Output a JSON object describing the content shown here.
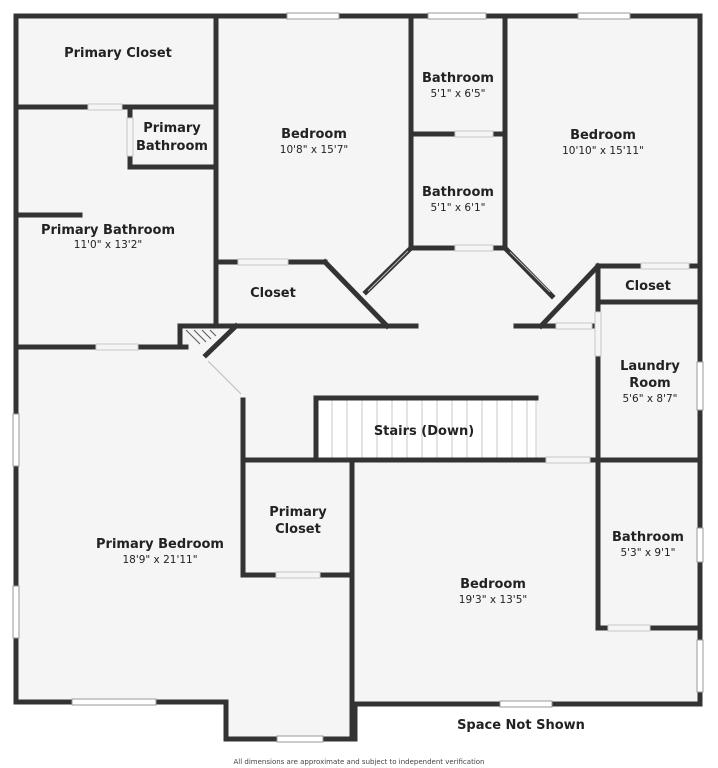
{
  "rooms": {
    "primary_closet_top": {
      "name": "Primary Closet"
    },
    "primary_bathroom_small": {
      "name_line1": "Primary",
      "name_line2": "Bathroom"
    },
    "primary_bathroom": {
      "name": "Primary Bathroom",
      "dims": "11'0\" x 13'2\""
    },
    "bedroom_top_left": {
      "name": "Bedroom",
      "dims": "10'8\" x 15'7\""
    },
    "bathroom_top": {
      "name": "Bathroom",
      "dims": "5'1\" x 6'5\""
    },
    "bathroom_mid": {
      "name": "Bathroom",
      "dims": "5'1\" x 6'1\""
    },
    "bedroom_top_right": {
      "name": "Bedroom",
      "dims": "10'10\" x 15'11\""
    },
    "closet_left": {
      "name": "Closet"
    },
    "closet_right": {
      "name": "Closet"
    },
    "laundry_room": {
      "name_line1": "Laundry",
      "name_line2": "Room",
      "dims": "5'6\" x 8'7\""
    },
    "stairs": {
      "name": "Stairs (Down)"
    },
    "primary_closet_mid": {
      "name_line1": "Primary",
      "name_line2": "Closet"
    },
    "primary_bedroom": {
      "name": "Primary Bedroom",
      "dims": "18'9\" x 21'11\""
    },
    "bedroom_bottom": {
      "name": "Bedroom",
      "dims": "19'3\" x 13'5\""
    },
    "bathroom_bottom": {
      "name": "Bathroom",
      "dims": "5'3\" x 9'1\""
    }
  },
  "notes": {
    "space_not_shown": "Space Not Shown",
    "disclaimer": "All dimensions are approximate and subject to independent verification"
  },
  "colors": {
    "wall": "#333333",
    "floor": "#f5f5f5",
    "window": "#ffffff"
  }
}
